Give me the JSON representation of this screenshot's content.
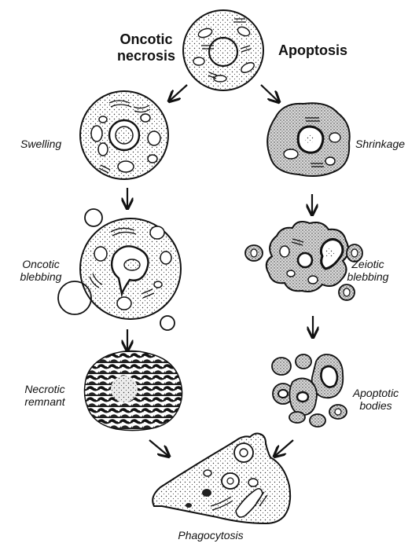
{
  "headings": {
    "left_line1": "Oncotic",
    "left_line2": "necrosis",
    "right": "Apoptosis"
  },
  "necrosis_stages": [
    {
      "line1": "Swelling",
      "line2": ""
    },
    {
      "line1": "Oncotic",
      "line2": "blebbing"
    },
    {
      "line1": "Necrotic",
      "line2": "remnant"
    }
  ],
  "apoptosis_stages": [
    {
      "line1": "Shrinkage",
      "line2": ""
    },
    {
      "line1": "Zeiotic",
      "line2": "blebbing"
    },
    {
      "line1": "Apoptotic",
      "line2": "bodies"
    }
  ],
  "final_stage": "Phagocytosis",
  "colors": {
    "ink": "#111111",
    "background": "#ffffff",
    "apoptotic_cytoplasm": "#d9d9d9"
  }
}
